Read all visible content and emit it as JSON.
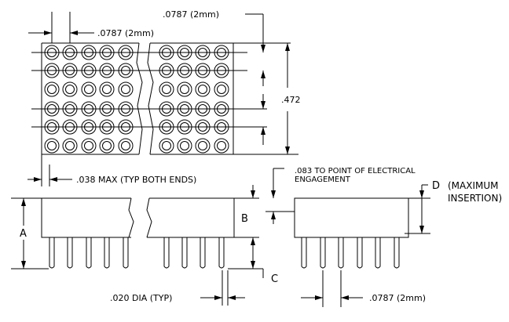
{
  "drawing": {
    "pitch_top": ".0787 (2mm)",
    "pitch_left": ".0787 (2mm)",
    "height_dim": ".472",
    "end_clearance": ".038 MAX (TYP BOTH ENDS)",
    "electrical_point_line1": ".083 TO POINT  OF ELECTRICAL",
    "electrical_point_line2": "ENGAGEMENT",
    "label_a": "A",
    "label_b": "B",
    "label_c": "C",
    "label_d": "D",
    "max_insertion_line1": "(MAXIMUM",
    "max_insertion_line2": "INSERTION)",
    "pin_dia": ".020 DIA (TYP)",
    "pin_pitch_bottom": ".0787 (2mm)"
  }
}
